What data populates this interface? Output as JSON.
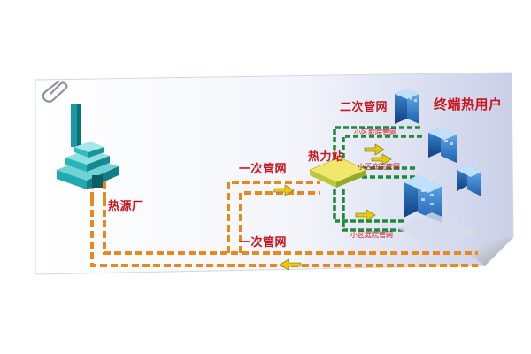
{
  "labels": {
    "heat_source": "热源厂",
    "heat_station": "热力站",
    "end_users": "终端热用户",
    "primary_network_upper": "一次管网",
    "primary_network_lower": "一次管网",
    "secondary_network": "二次管网",
    "yard_network_1": "小区庭院管网",
    "yard_network_2": "小区庭院管网",
    "yard_network_3": "小区庭院管网"
  },
  "colors": {
    "primary_pipe": "#e8891e",
    "secondary_pipe": "#1f8a3a",
    "label_red": "#c8161e",
    "flow_arrow": "#f5c400",
    "building_blue": "#1e73c8",
    "factory_teal": "#1fa9b0"
  },
  "icons": [
    "paperclip-icon",
    "factory-icon",
    "heat-station-icon",
    "building-icon",
    "flow-arrow-icon"
  ]
}
